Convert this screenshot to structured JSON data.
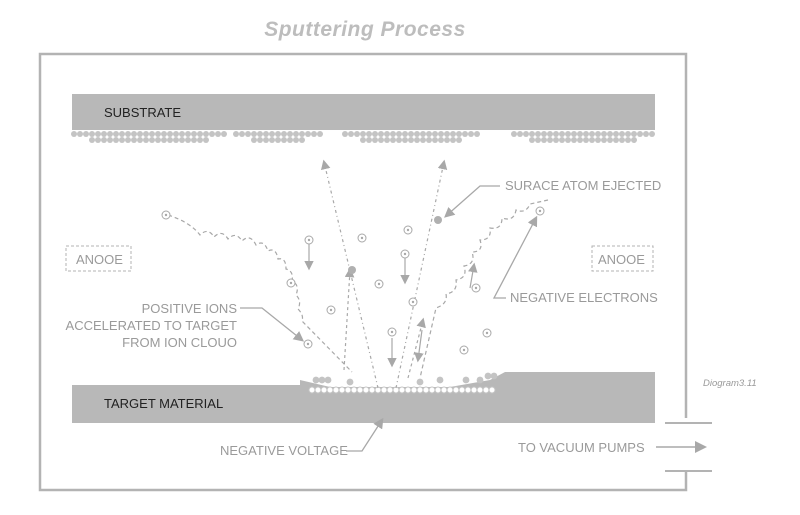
{
  "title": "Sputtering Process",
  "labels": {
    "substrate": "SUBSTRATE",
    "target_material": "TARGET MATERIAL",
    "anode_left": "ANOOE",
    "anode_right": "ANOOE",
    "surface_atom": "SURACE ATOM EJECTED",
    "positive_ions_line1": "POSITIVE IONS",
    "positive_ions_line2": "ACCELERATED TO TARGET",
    "positive_ions_line3": "FROM ION CLOUO",
    "negative_electrons": "NEGATIVE ELECTRONS",
    "negative_voltage": "NEGATIVE VOLTAGE",
    "vacuum_pumps": "TO VACUUM PUMPS",
    "diagram_ref": "Diogram3.11"
  },
  "colors": {
    "frame": "#b3b3b3",
    "plate": "#b8b8b8",
    "atom": "#c4c4c4",
    "label": "#9a9a9a"
  }
}
